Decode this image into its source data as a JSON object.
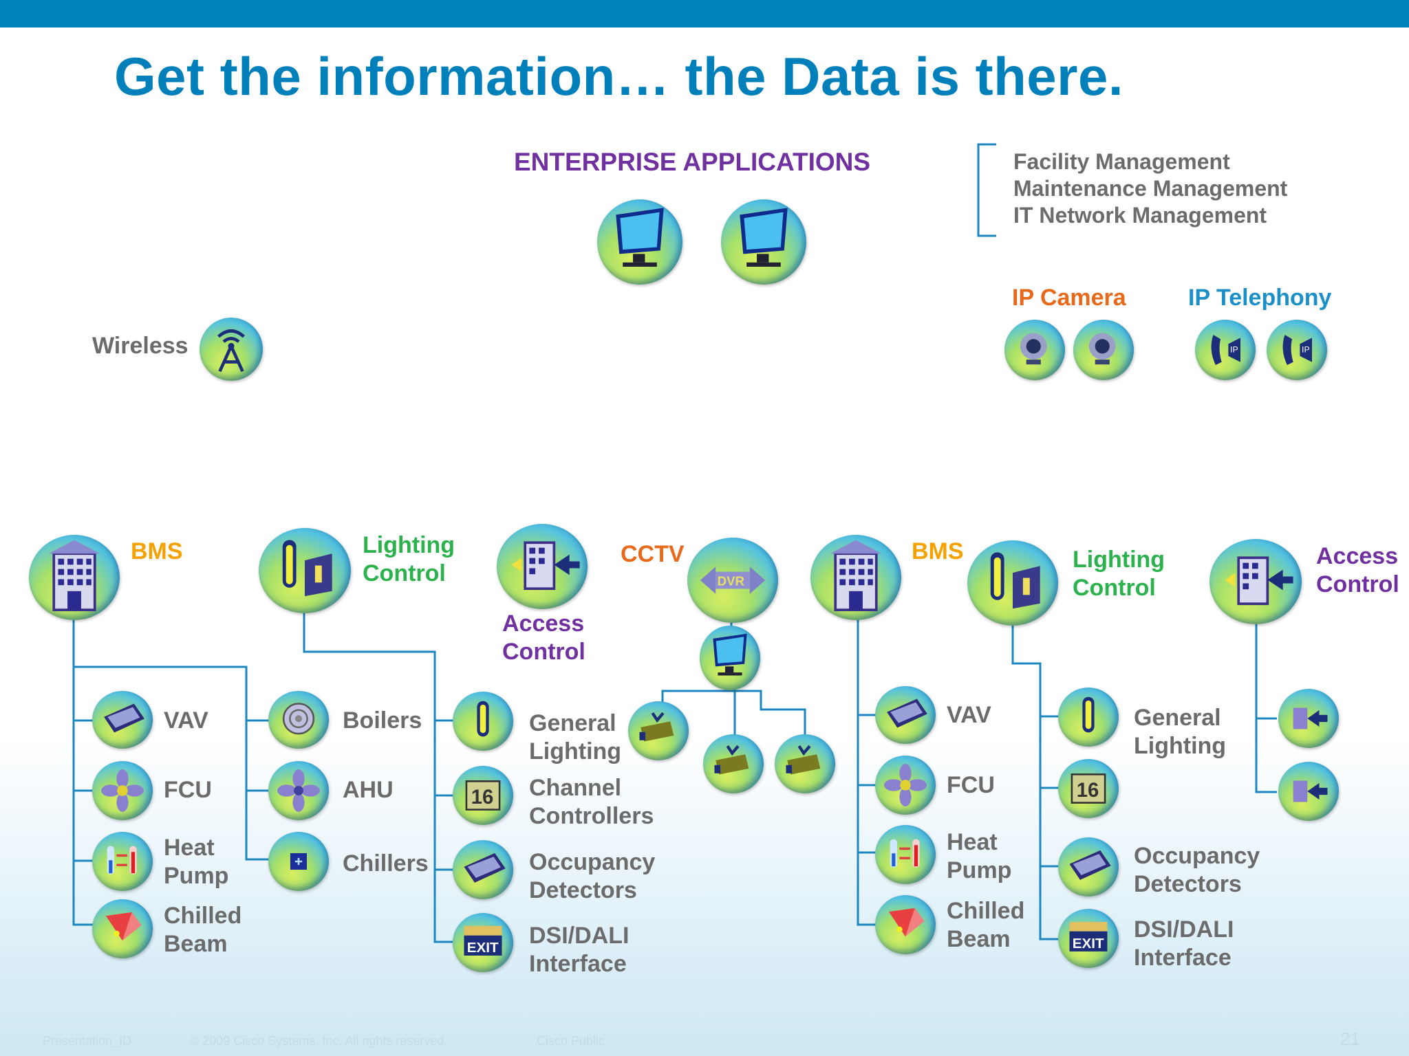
{
  "title": "Get the information… the Data is there.",
  "enterprise": {
    "label": "ENTERPRISE APPLICATIONS",
    "items": [
      "Facility Management",
      "Maintenance Management",
      "IT Network Management"
    ]
  },
  "ip_camera": "IP Camera",
  "ip_telephony": "IP Telephony",
  "wireless": "Wireless",
  "left_bms": {
    "label": "BMS",
    "col1": {
      "vav": "VAV",
      "fcu": "FCU",
      "heat_pump": [
        "Heat",
        "Pump"
      ],
      "chilled_beam": [
        "Chilled",
        "Beam"
      ]
    },
    "col2": {
      "boilers": "Boilers",
      "ahu": "AHU",
      "chillers": "Chillers"
    }
  },
  "left_lighting": {
    "label": [
      "Lighting",
      "Control"
    ],
    "general_lighting": [
      "General",
      "Lighting"
    ],
    "channel_controllers": [
      "Channel",
      "Controllers"
    ],
    "occupancy": [
      "Occupancy",
      "Detectors"
    ],
    "dsi": [
      "DSI/DALI",
      "Interface"
    ]
  },
  "left_access": [
    "Access",
    "Control"
  ],
  "cctv": "CCTV",
  "right_bms": {
    "label": "BMS",
    "vav": "VAV",
    "fcu": "FCU",
    "heat_pump": [
      "Heat",
      "Pump"
    ],
    "chilled_beam": [
      "Chilled",
      "Beam"
    ]
  },
  "right_lighting": {
    "label": [
      "Lighting",
      "Control"
    ],
    "general_lighting": [
      "General",
      "Lighting"
    ],
    "occupancy": [
      "Occupancy",
      "Detectors"
    ],
    "dsi": [
      "DSI/DALI",
      "Interface"
    ]
  },
  "right_access": [
    "Access",
    "Control"
  ],
  "footer": {
    "id": "Presentation_ID",
    "copyright": "© 2009 Cisco Systems, Inc. All rights reserved.",
    "classification": "Cisco Public",
    "page": "21"
  },
  "icons": [
    "monitor-icon",
    "wireless-antenna-icon",
    "ip-camera-icon",
    "ip-phone-icon",
    "building-icon",
    "lamp-icon",
    "door-access-icon",
    "dvr-icon",
    "vav-icon",
    "fan-icon",
    "heat-pump-icon",
    "chilled-beam-icon",
    "boiler-icon",
    "chiller-icon",
    "channel-controller-icon",
    "occupancy-detector-icon",
    "exit-sign-icon",
    "cctv-camera-icon",
    "card-reader-icon"
  ],
  "colors": {
    "brand_blue": "#0084b9",
    "title": "#0080bb",
    "purple": "#7030a0",
    "orange": "#e8691a",
    "yellow": "#f5a200",
    "green": "#2bb24c",
    "light_blue": "#1b90c8",
    "gray": "#6b6b6b"
  }
}
